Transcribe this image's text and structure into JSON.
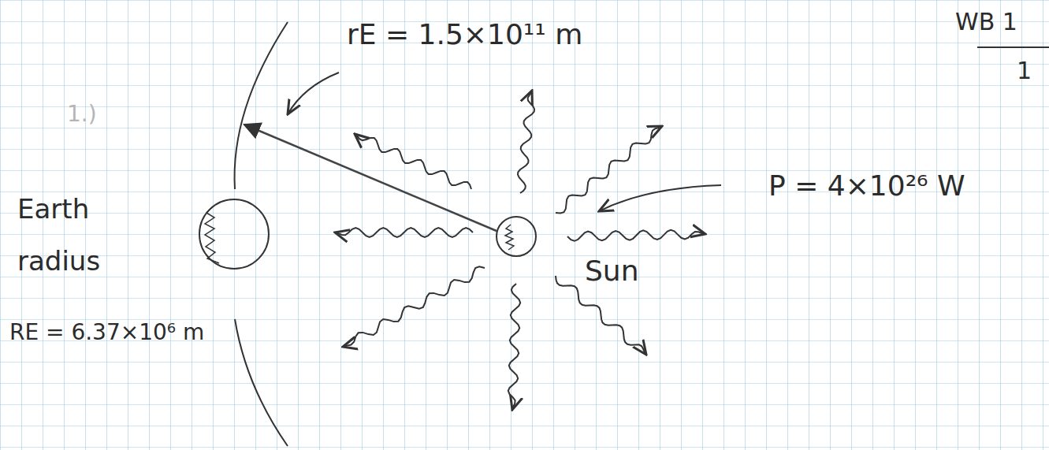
{
  "diagram": {
    "labels": [
      "rE = 1.5×10¹¹ m",
      "Earth radius",
      "RE = 6.37×10⁶ m",
      "Sun",
      "P = 4×10²⁶ W",
      "WB 1",
      "1",
      "1.)"
    ]
  }
}
